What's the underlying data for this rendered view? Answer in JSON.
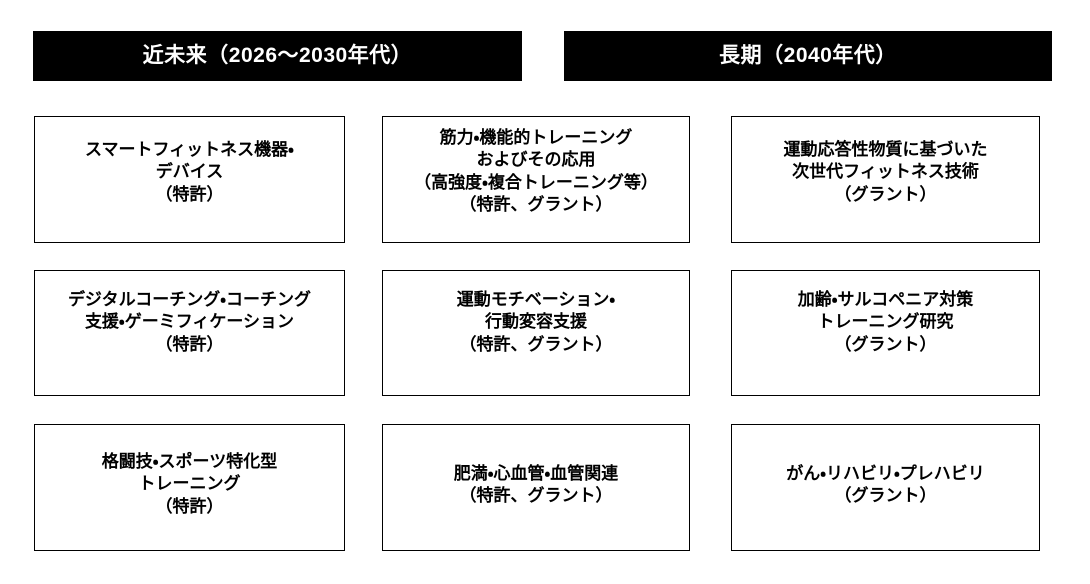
{
  "headers": [
    {
      "id": "near-future",
      "label": "近未来（2026〜2030年代）"
    },
    {
      "id": "long-term",
      "label": "長期（2040年代）"
    }
  ],
  "boxes": [
    {
      "id": "smart-fitness-devices",
      "row": 1,
      "col": 1,
      "text": "スマートフィットネス機器・\nデバイス\n（特許）"
    },
    {
      "id": "strength-functional-training",
      "row": 1,
      "col": 2,
      "text": "筋力・機能的トレーニング\nおよびその応用\n（高強度・複合トレーニング等）\n（特許、グラント）"
    },
    {
      "id": "exercise-responsive-substances",
      "row": 1,
      "col": 3,
      "text": "運動応答性物質に基づいた\n次世代フィットネス技術\n（グラント）"
    },
    {
      "id": "digital-coaching-gamification",
      "row": 2,
      "col": 1,
      "text": "デジタルコーチング・コーチング\n支援・ゲーミフィケーション\n（特許）"
    },
    {
      "id": "exercise-motivation-behavior",
      "row": 2,
      "col": 2,
      "text": "運動モチベーション・\n行動変容支援\n（特許、グラント）"
    },
    {
      "id": "aging-sarcopenia-training",
      "row": 2,
      "col": 3,
      "text": "加齢・サルコペニア対策\nトレーニング研究\n（グラント）"
    },
    {
      "id": "combat-sports-training",
      "row": 3,
      "col": 1,
      "text": "格闘技・スポーツ特化型\nトレーニング\n（特許）"
    },
    {
      "id": "obesity-cardiovascular",
      "row": 3,
      "col": 2,
      "text": "肥満・心血管・血管関連\n（特許、グラント）"
    },
    {
      "id": "cancer-rehab-prehab",
      "row": 3,
      "col": 3,
      "text": "がん・リハビリ・プレハビリ\n（グラント）"
    }
  ],
  "colors": {
    "banner_background": "#000000",
    "banner_text": "#ffffff",
    "box_border": "#000000",
    "box_background": "#ffffff",
    "box_text": "#000000",
    "page_background": "#ffffff"
  }
}
